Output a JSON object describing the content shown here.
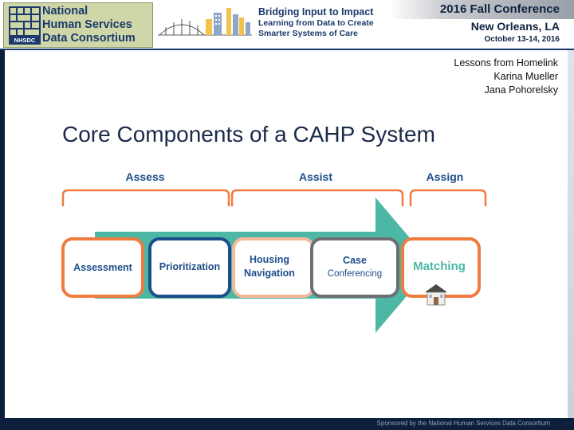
{
  "banner": {
    "logo_lines": [
      "National",
      "Human Services",
      "Data Consortium"
    ],
    "logo_badge": "NHSDC",
    "bridge_title": "Bridging Input to Impact",
    "bridge_sub1": "Learning from Data to Create",
    "bridge_sub2": "Smarter Systems of Care",
    "conf_title": "2016 Fall Conference",
    "conf_city": "New Orleans, LA",
    "conf_date": "October 13-14, 2016"
  },
  "presenters": {
    "line1": "Lessons from Homelink",
    "line2": "Karina Mueller",
    "line3": "Jana Pohorelsky"
  },
  "slide": {
    "title": "Core Components of a CAHP System"
  },
  "diagram": {
    "phases": [
      "Assess",
      "Assist",
      "Assign"
    ],
    "steps": [
      {
        "label1": "Assessment",
        "label2": ""
      },
      {
        "label1": "Prioritization",
        "label2": ""
      },
      {
        "label1": "Housing",
        "label2": "Navigation"
      },
      {
        "label1": "Case",
        "label2": "Conferencing"
      },
      {
        "label1": "Matching",
        "label2": ""
      }
    ],
    "colors": {
      "orange": "#f07b3f",
      "navy": "#1d4e89",
      "gray": "#6d6e71",
      "teal": "#4cb7a5",
      "peach": "#f6b89a"
    }
  },
  "footer": {
    "text": "Sponsored by the National Human Services Data Consortium"
  }
}
